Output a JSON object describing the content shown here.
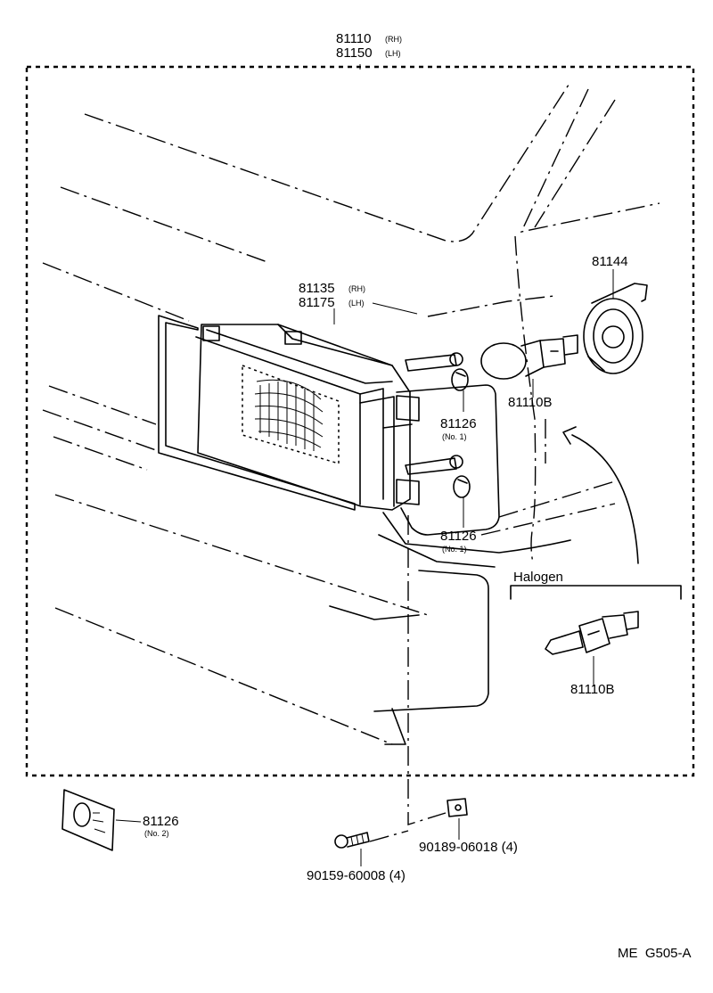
{
  "labels": {
    "assembly_rh": "81110",
    "assembly_rh_side": "(RH)",
    "assembly_lh": "81150",
    "assembly_lh_side": "(LH)",
    "unit_rh": "81135",
    "unit_rh_side": "(RH)",
    "unit_lh": "81175",
    "unit_lh_side": "(LH)",
    "socket": "81144",
    "bulb": "81110B",
    "retainer_1a": "81126",
    "retainer_1a_note": "(No. 1)",
    "retainer_1b": "81126",
    "retainer_1b_note": "(No. 1)",
    "halogen_header": "Halogen",
    "halogen_bulb": "81110B",
    "label_plate": "81126",
    "label_plate_note": "(No. 2)",
    "screw": "90159-60008 (4)",
    "nut": "90189-06018 (4)",
    "diagram_code": "ME  G505-A"
  },
  "icons": {
    "headlamp": "headlamp-unit-icon",
    "bulb": "bulb-icon",
    "socket": "socket-icon",
    "halogen": "halogen-bulb-icon",
    "screw": "screw-icon",
    "nut": "nut-icon",
    "plate": "label-plate-icon"
  }
}
